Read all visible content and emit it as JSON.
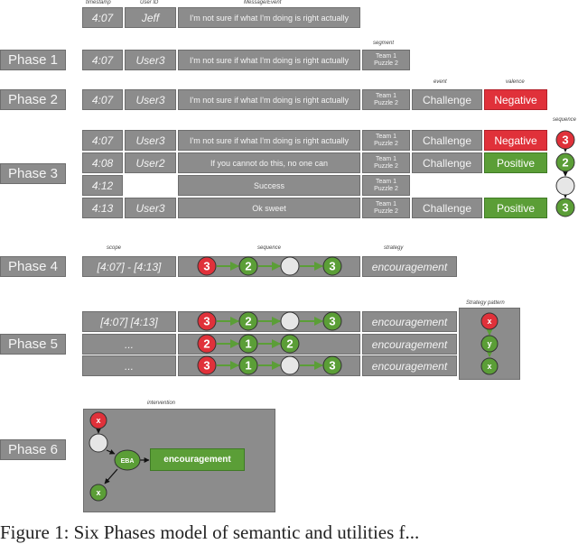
{
  "headers": {
    "timestamp": "timestamp",
    "user_id": "User ID",
    "message": "Message/Event",
    "segment": "segment",
    "event": "event",
    "valence": "valence",
    "sequence_right": "sequence",
    "scope": "scope",
    "sequence": "sequence",
    "strategy": "strategy",
    "strategy_pattern": "Strategy pattern",
    "intervention": "intervention"
  },
  "top_row": {
    "time": "4:07",
    "user": "Jeff",
    "message": "I'm not sure if what I'm doing is right actually"
  },
  "phases": {
    "p1": "Phase 1",
    "p2": "Phase 2",
    "p3": "Phase 3",
    "p4": "Phase 4",
    "p5": "Phase 5",
    "p6": "Phase 6"
  },
  "team_line1": "Team 1",
  "team_line2": "Puzzle 2",
  "phase1": {
    "time": "4:07",
    "user": "User3",
    "message": "I'm not sure if what I'm doing is right actually"
  },
  "phase2": {
    "time": "4:07",
    "user": "User3",
    "message": "I'm not sure if what I'm doing is right actually",
    "event": "Challenge",
    "valence": "Negative"
  },
  "phase3": [
    {
      "time": "4:07",
      "user": "User3",
      "message": "I'm not sure if what I'm doing is right actually",
      "event": "Challenge",
      "valence": "Negative"
    },
    {
      "time": "4:08",
      "user": "User2",
      "message": "If you cannot do this, no one can",
      "event": "Challenge",
      "valence": "Positive"
    },
    {
      "time": "4:12",
      "user": "",
      "message": "Success",
      "event": "",
      "valence": ""
    },
    {
      "time": "4:13",
      "user": "User3",
      "message": "Ok sweet",
      "event": "Challenge",
      "valence": "Positive"
    }
  ],
  "phase4": {
    "scope": "[4:07] - [4:13]",
    "strategy": "encouragement"
  },
  "phase5": [
    {
      "scope": "[4:07]   [4:13]",
      "strategy": "encouragement"
    },
    {
      "scope": "...",
      "strategy": "encouragement"
    },
    {
      "scope": "...",
      "strategy": "encouragement"
    }
  ],
  "nodes": {
    "n3": "3",
    "n2": "2",
    "n1": "1",
    "x": "x",
    "y": "y",
    "eba": "EBA"
  },
  "phase6": {
    "label": "encouragement"
  },
  "caption": "Figure 1: Six Phases model of semantic and utilities f...",
  "colors": {
    "gray": "#8c8c8c",
    "red": "#e0313a",
    "green": "#5b9e37",
    "empty": "#e6e6e6"
  }
}
